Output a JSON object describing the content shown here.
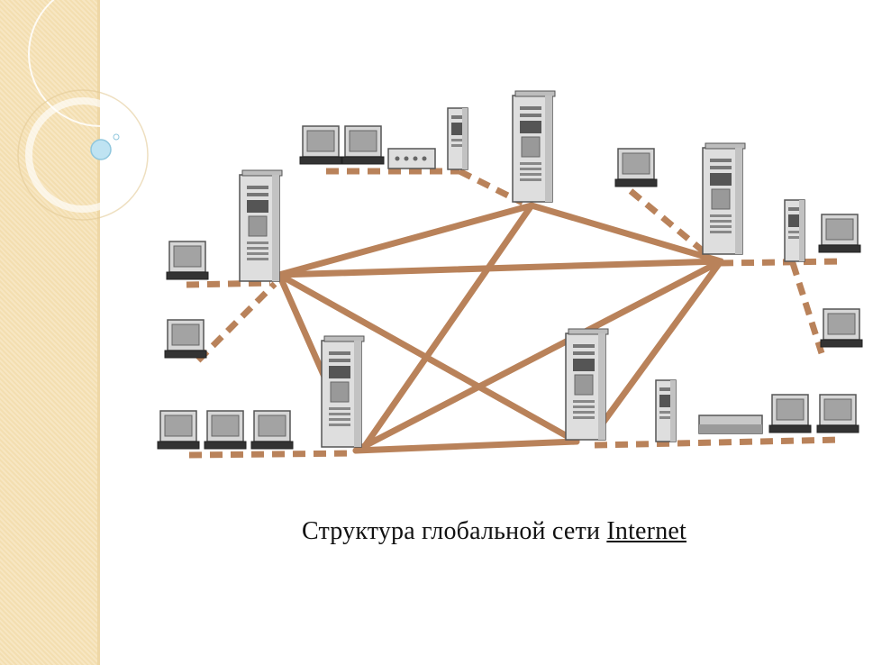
{
  "caption": {
    "prefix": "Структура глобальной сети ",
    "underlined": "Internet"
  },
  "colors": {
    "link": "#b9825a",
    "side_panel": "#f3deb0",
    "device_face": "#d6d6d6",
    "screen": "#9e9e9e"
  },
  "diagram": {
    "servers": [
      "server-top",
      "server-left",
      "server-right",
      "server-bottom-left",
      "server-bottom-right"
    ],
    "backbone_links": [
      [
        "server-left",
        "server-top"
      ],
      [
        "server-left",
        "server-right"
      ],
      [
        "server-left",
        "server-bottom-left"
      ],
      [
        "server-left",
        "server-bottom-right"
      ],
      [
        "server-top",
        "server-right"
      ],
      [
        "server-top",
        "server-bottom-left"
      ],
      [
        "server-right",
        "server-bottom-left"
      ],
      [
        "server-right",
        "server-bottom-right"
      ],
      [
        "server-bottom-left",
        "server-bottom-right"
      ]
    ]
  }
}
